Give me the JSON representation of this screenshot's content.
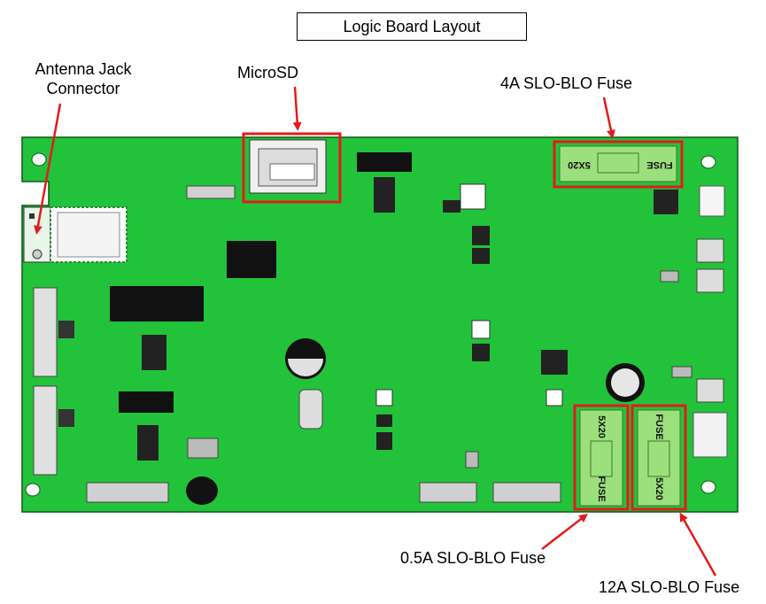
{
  "title": "Logic Board Layout",
  "labels": {
    "antenna_line1": "Antenna Jack",
    "antenna_line2": "Connector",
    "microsd": "MicroSD",
    "fuse_4a": "4A SLO-BLO Fuse",
    "fuse_05a": "0.5A SLO-BLO Fuse",
    "fuse_12a": "12A SLO-BLO Fuse"
  },
  "fuse_markings": {
    "fuse": "FUSE",
    "size": "5X20"
  },
  "colors": {
    "board": "#22c33a",
    "highlight": "#e31b1b",
    "fuse_holder": "#9be07c"
  }
}
